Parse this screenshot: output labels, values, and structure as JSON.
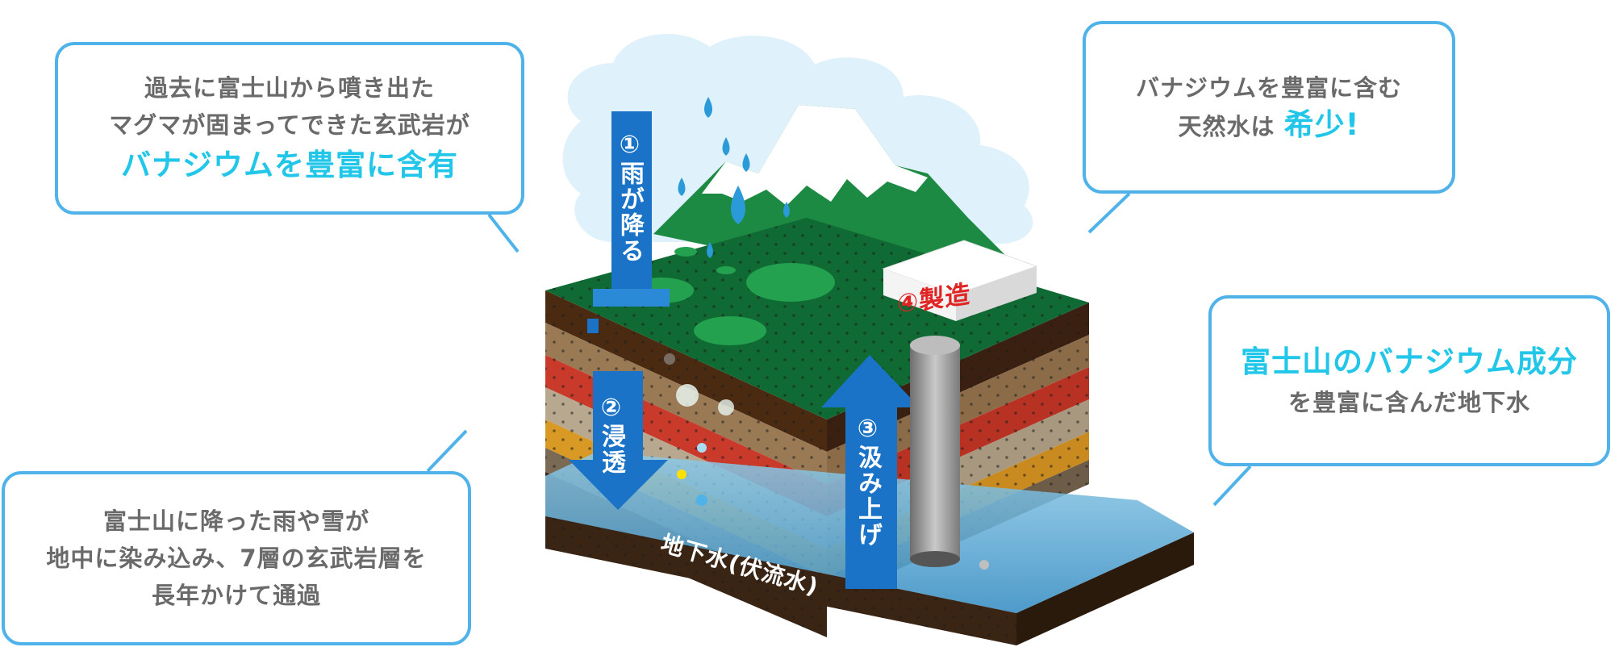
{
  "colors": {
    "accent": "#22c6e8",
    "callout_border": "#4fb3ea",
    "arrow_blue": "#1a73c7",
    "label_red": "#e02323",
    "body_text": "#6a6a6a"
  },
  "callout_top_left": {
    "line1": "過去に富士山から噴き出た",
    "line2": "マグマが固まってできた玄武岩が",
    "highlight": "バナジウムを豊富に含有"
  },
  "callout_top_right": {
    "line1": "バナジウムを豊富に含む",
    "line2_prefix": "天然水は",
    "line2_highlight": "希少!"
  },
  "callout_right": {
    "highlight": "富士山のバナジウム成分",
    "line2": "を豊富に含んだ地下水"
  },
  "callout_bottom_left": {
    "line1": "富士山に降った雨や雪が",
    "line2": "地中に染み込み、7層の玄武岩層を",
    "line3": "長年かけて通過"
  },
  "steps": {
    "step1": "①雨が降る",
    "step2": "②浸透",
    "step3": "③汲み上げ",
    "step4": "④製造"
  },
  "groundwater_label": "地下水(伏流水)",
  "icons": [
    "raindrop-icon",
    "down-arrow-icon",
    "up-arrow-icon",
    "pipe-icon",
    "factory-box-icon",
    "cloud-icon",
    "mountain-icon"
  ]
}
